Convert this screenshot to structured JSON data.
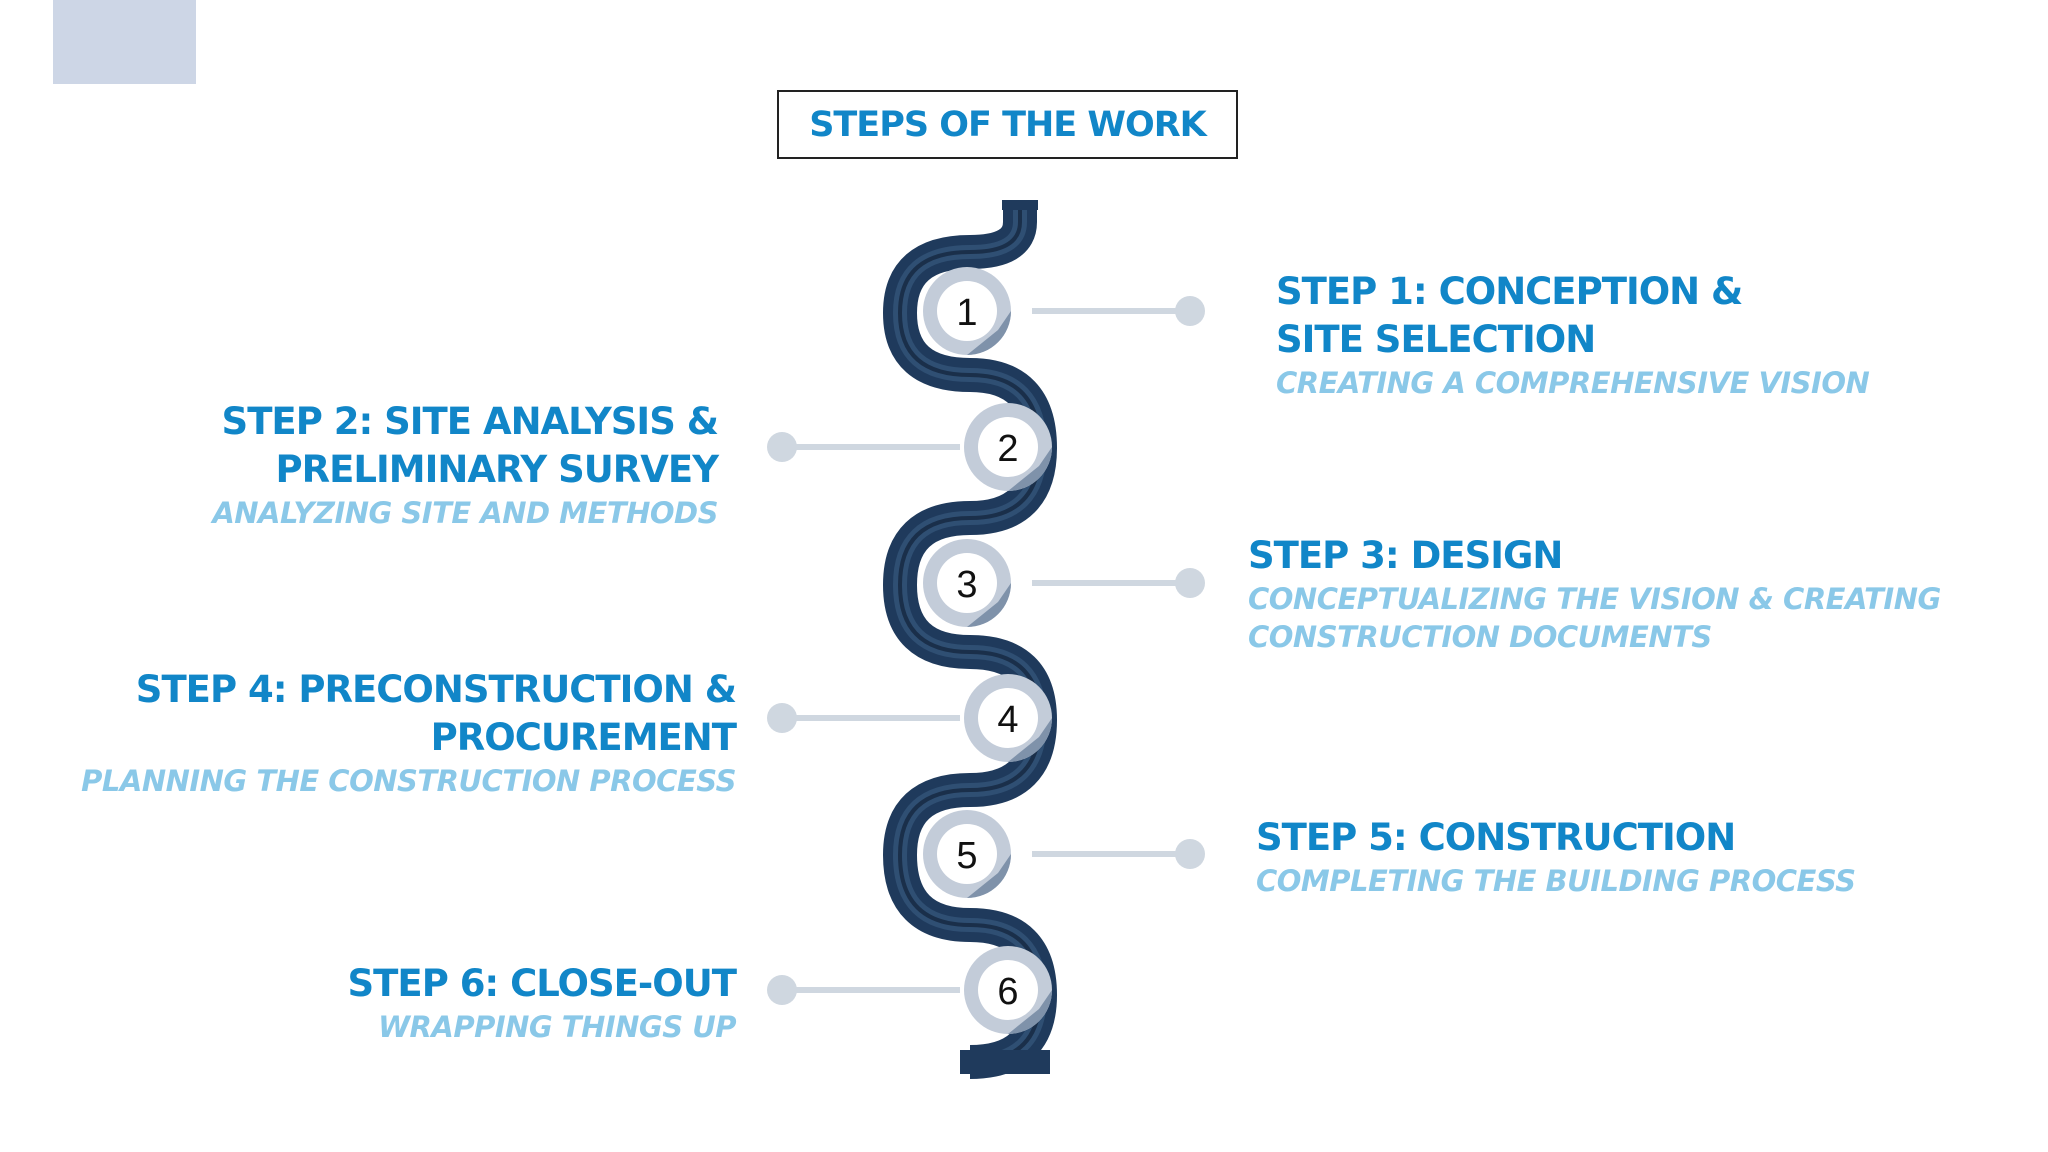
{
  "title": "STEPS OF THE WORK",
  "colors": {
    "accent": "#1186c8",
    "subtitle": "#8ac8e8",
    "path_dark": "#1f3a5c",
    "path_light": "#c3ccd9",
    "connector": "#cfd7e0",
    "corner_block": "#cdd6e6"
  },
  "steps": [
    {
      "number": "1",
      "title": "STEP 1: CONCEPTION &\nSITE SELECTION",
      "subtitle": "CREATING A COMPREHENSIVE VISION"
    },
    {
      "number": "2",
      "title": "STEP 2: SITE ANALYSIS &\nPRELIMINARY SURVEY",
      "subtitle": "ANALYZING SITE AND METHODS"
    },
    {
      "number": "3",
      "title": "STEP 3: DESIGN",
      "subtitle": "CONCEPTUALIZING THE VISION & CREATING\nCONSTRUCTION DOCUMENTS"
    },
    {
      "number": "4",
      "title": "STEP 4: PRECONSTRUCTION &\nPROCUREMENT",
      "subtitle": "PLANNING THE CONSTRUCTION PROCESS"
    },
    {
      "number": "5",
      "title": "STEP 5: CONSTRUCTION",
      "subtitle": "COMPLETING THE BUILDING PROCESS"
    },
    {
      "number": "6",
      "title": "STEP 6: CLOSE-OUT",
      "subtitle": "WRAPPING THINGS UP"
    }
  ]
}
